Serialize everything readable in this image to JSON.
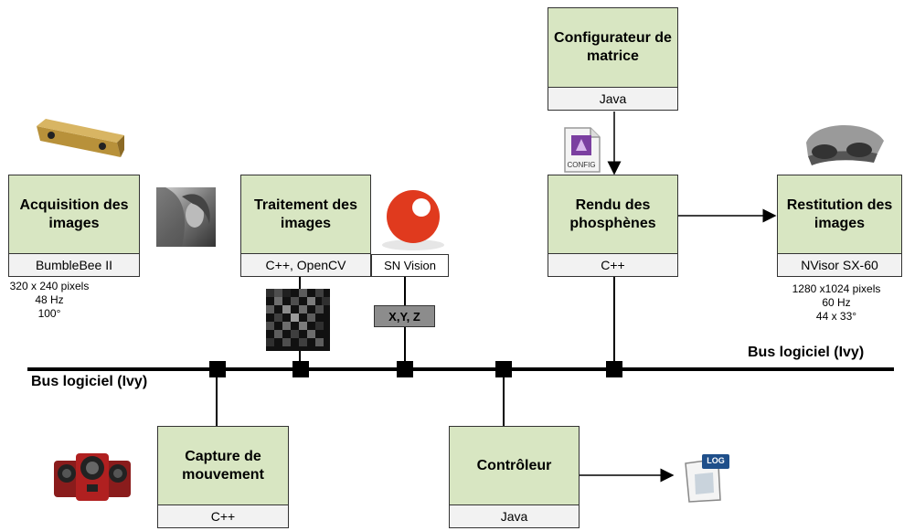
{
  "bus": {
    "left_label": "Bus logiciel (Ivy)",
    "right_label": "Bus logiciel (Ivy)"
  },
  "modules": {
    "acquisition": {
      "title": "Acquisition des images",
      "tech": "BumbleBee II"
    },
    "traitement": {
      "title": "Traitement des images",
      "tech": "C++, OpenCV"
    },
    "configurateur": {
      "title": "Configurateur de matrice",
      "tech": "Java"
    },
    "rendu": {
      "title": "Rendu des phosphènes",
      "tech": "C++"
    },
    "restitution": {
      "title": "Restitution des images",
      "tech": "NVisor SX-60"
    },
    "capture": {
      "title": "Capture de mouvement",
      "tech": "C++"
    },
    "controleur": {
      "title": "Contrôleur",
      "tech": "Java"
    }
  },
  "acquisition_specs": [
    "320 x 240 pixels",
    "48 Hz",
    "100°"
  ],
  "restitution_specs": [
    "1280 x1024 pixels",
    "60 Hz",
    "44 x 33°"
  ],
  "sn_vision_label": "SN Vision",
  "xyz_label": "X,Y, Z",
  "config_icon_label": "CONFIG",
  "log_icon_label": "LOG",
  "colors": {
    "module_fill": "#d8e6c2",
    "tag_fill": "#8c8c8c",
    "accent_red": "#e03a1e"
  }
}
